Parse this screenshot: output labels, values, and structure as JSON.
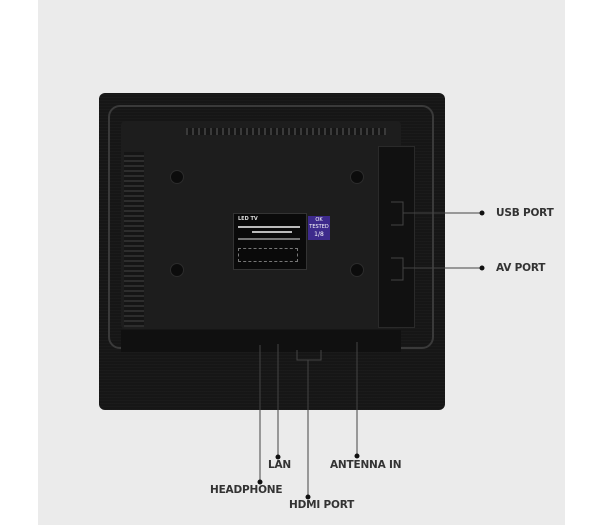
{
  "labels": {
    "usb_port": "USB PORT",
    "av_port": "AV PORT",
    "lan": "LAN",
    "headphone": "HEADPHONE",
    "hdmi_port": "HDMI PORT",
    "antenna_in": "ANTENNA IN"
  },
  "sticker": {
    "title": "LED TV",
    "badge": [
      "OK",
      "TESTED",
      "1/8"
    ]
  },
  "colors": {
    "background": "#ebebeb",
    "tv": "#161616",
    "badge": "#3d2a8c",
    "callout": "#333333"
  }
}
